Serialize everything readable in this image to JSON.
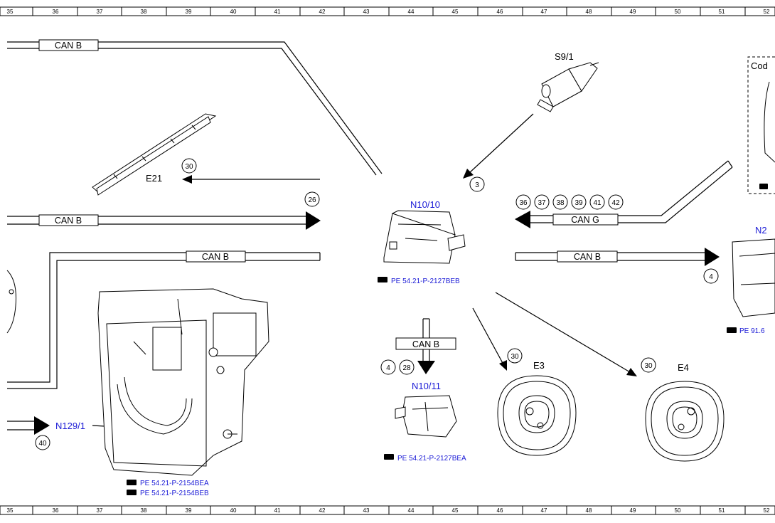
{
  "ruler": {
    "numbers": [
      "35",
      "36",
      "37",
      "38",
      "39",
      "40",
      "41",
      "42",
      "43",
      "44",
      "45",
      "46",
      "47",
      "48",
      "49",
      "50",
      "51",
      "52"
    ]
  },
  "components": {
    "s9_1": "S9/1",
    "e21": "E21",
    "n10_10": "N10/10",
    "n10_10_ref": "PE 54.21-P-2127BEB",
    "n10_11": "N10/11",
    "n10_11_ref": "PE 54.21-P-2127BEA",
    "n129_1": "N129/1",
    "n129_1_ref1": "PE 54.21-P-2154BEA",
    "n129_1_ref2": "PE 54.21-P-2154BEB",
    "e3": "E3",
    "e4": "E4",
    "n2_partial": "N2",
    "n2_ref_partial": "PE 91.6",
    "coding_partial": "Cod"
  },
  "buses": {
    "can_b_top": "CAN B",
    "can_b_mid": "CAN B",
    "can_b_lower": "CAN B",
    "can_g": "CAN G",
    "can_b_right": "CAN B",
    "can_b_down": "CAN B"
  },
  "circles": {
    "c30_e21": "30",
    "c26": "26",
    "c3": "3",
    "c36": "36",
    "c37": "37",
    "c38": "38",
    "c39": "39",
    "c41": "41",
    "c42": "42",
    "c4_right": "4",
    "c4_down": "4",
    "c28": "28",
    "c30_e3": "30",
    "c30_e4": "30",
    "c40": "40"
  }
}
